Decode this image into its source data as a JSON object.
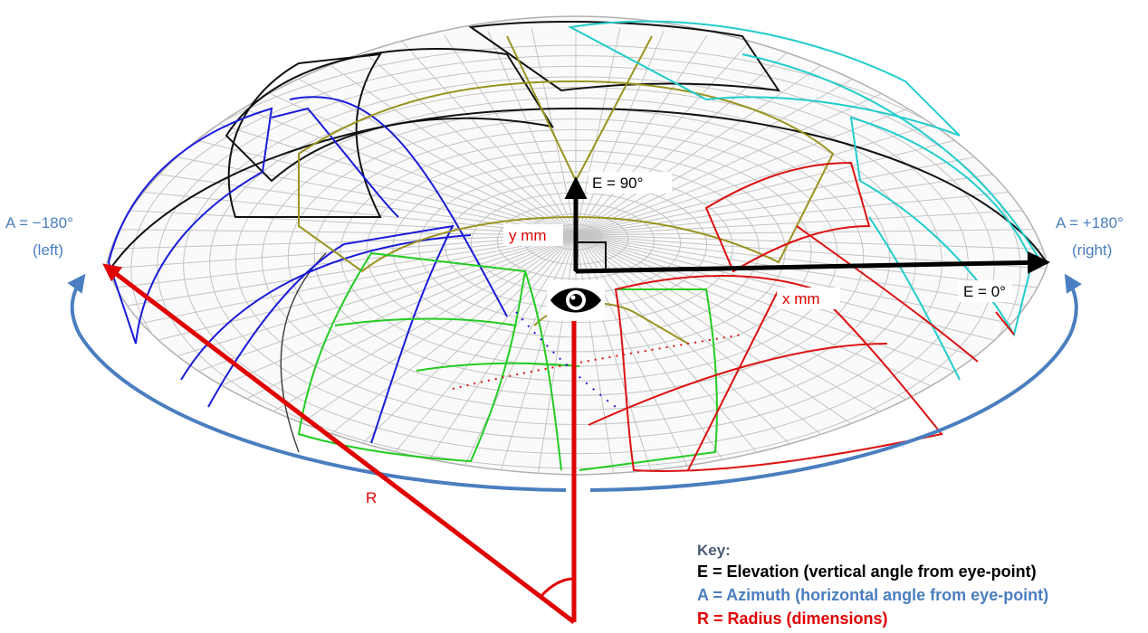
{
  "labels": {
    "azimuth_left": "A = −180°",
    "azimuth_left_sub": "(left)",
    "azimuth_right": "A = +180°",
    "azimuth_right_sub": "(right)",
    "elevation_top": "E = 90°",
    "elevation_zero": "E = 0°",
    "y_dim": "y mm",
    "x_dim": "x mm",
    "radius": "R"
  },
  "key": {
    "title": "Key:",
    "elevation": "E = Elevation (vertical angle from eye-point)",
    "azimuth": "A = Azimuth (horizontal angle from eye-point)",
    "radius": "R = Radius (dimensions)"
  },
  "colors": {
    "azimuth_blue": "#4a7ebf",
    "radius_red": "#e00000",
    "elevation_black": "#000000",
    "grid_gray": "#bdbdbd",
    "panel_blue": "#1a1adb",
    "panel_black": "#111111",
    "panel_olive": "#9a9420",
    "panel_cyan": "#22cccc",
    "panel_green": "#22cc22",
    "panel_red": "#dd1111"
  },
  "icons": {
    "eye": "eye-icon"
  }
}
